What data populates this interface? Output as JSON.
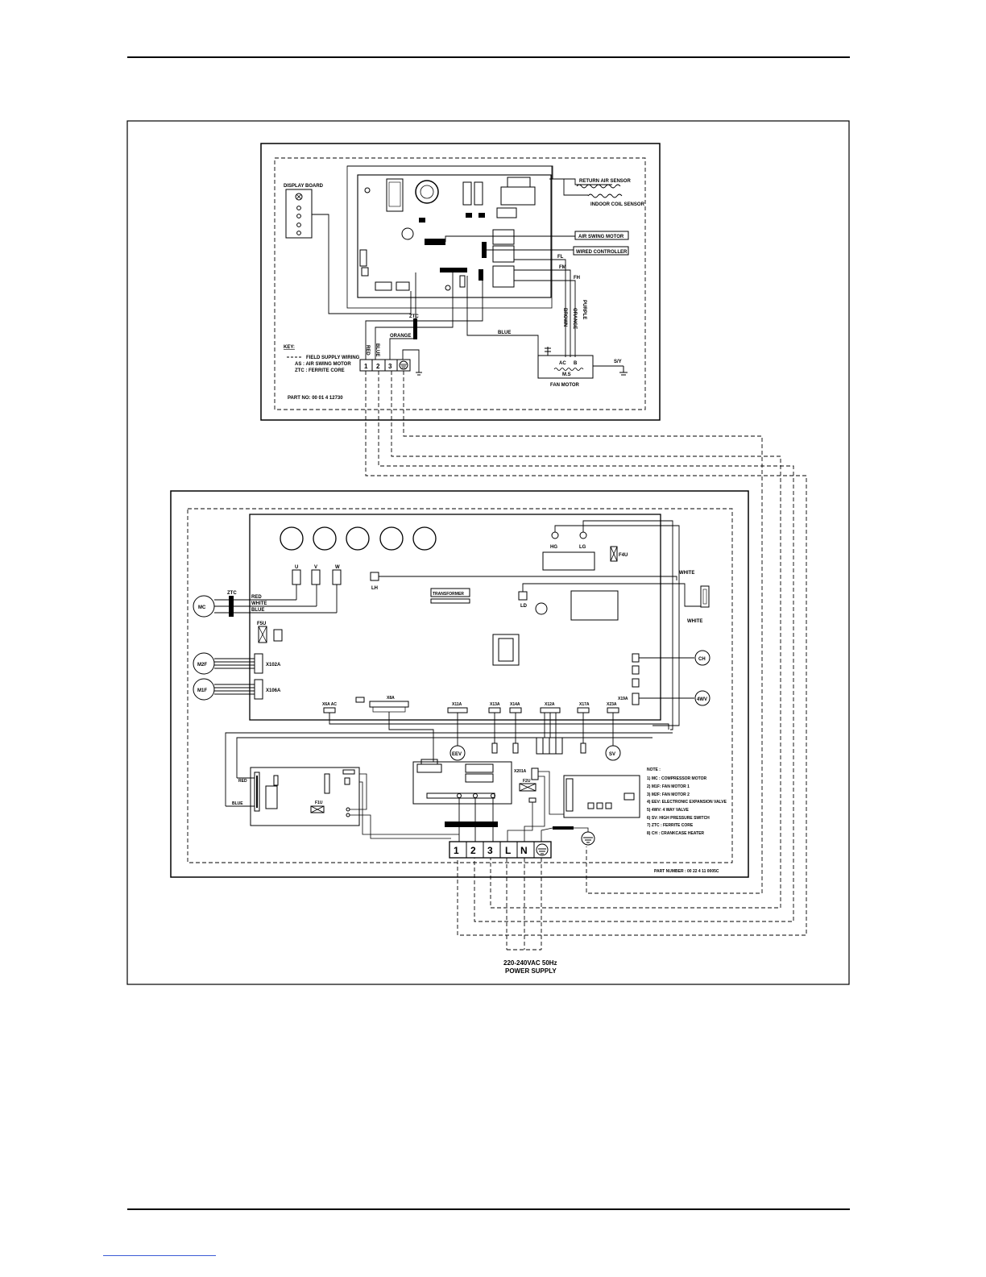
{
  "indoor": {
    "display_board": "DISPLAY BOARD",
    "return_air_sensor": "RETURN AIR SENSOR",
    "indoor_coil_sensor": "INDOOR COIL SENSOR",
    "air_swing_motor": "AIR SWING MOTOR",
    "wired_controller": "WIRED CONTROLLER",
    "fan_motor": "FAN MOTOR",
    "key_title": "KEY:",
    "key_field_supply": "FIELD SUPPLY WIRING",
    "key_as": "AS : AIR SWING MOTOR",
    "key_ztc": "ZTC : FERRITE CORE",
    "part_no": "PART NO: 00 01 4 12730",
    "wire_orange_1": "ORANGE",
    "wire_blue_1": "BLUE",
    "wire_brown": "BROWN",
    "wire_orange_2": "ORANGE",
    "wire_purple": "PURPLE",
    "wire_red": "RED",
    "wire_blue_2": "BLUE",
    "fan_fl": "FL",
    "fan_fm": "FM",
    "fan_fh": "FH",
    "fan_ac": "AC",
    "fan_b": "B",
    "fan_ms": "M.S",
    "fan_sy": "S/Y",
    "ztc": "ZTC",
    "terminals": [
      "1",
      "2",
      "3"
    ]
  },
  "outdoor": {
    "mc": "MC",
    "m1f": "M1F",
    "m2f": "M2F",
    "eev": "EEV",
    "sv": "SV",
    "ch": "CH",
    "fourwv": "4WV",
    "red": "RED",
    "white": "WHITE",
    "blue": "BLUE",
    "white2": "WHITE",
    "white3": "WHITE",
    "red2": "RED",
    "blue2": "BLUE",
    "u": "U",
    "v": "V",
    "w": "W",
    "lh": "LH",
    "ld": "LD",
    "hg": "HG",
    "lg": "LG",
    "f4u": "F4U",
    "f5u": "F5U",
    "f1u": "F1U",
    "f2u": "F2U",
    "ztc": "ZTC",
    "x102a": "X102A",
    "x106a": "X106A",
    "x6a_ac": "X6A AC",
    "x8a": "X8A",
    "x11a": "X11A",
    "x13a": "X13A",
    "x14a": "X14A",
    "x12a": "X12A",
    "x17a": "X17A",
    "x23a": "X23A",
    "x19a": "X19A",
    "x201a": "X201A",
    "transformer": "TRANSFORMER",
    "terminals": [
      "1",
      "2",
      "3",
      "L",
      "N"
    ],
    "power_supply_line1": "220-240VAC 50Hz",
    "power_supply_line2": "POWER SUPPLY",
    "part_no": "PART NUMBER : 00 22 4 11 0005C",
    "notes_title": "NOTE :",
    "notes": [
      "1) MC : COMPRESSOR MOTOR",
      "2) M1F: FAN MOTOR 1",
      "3) M2F: FAN MOTOR 2",
      "4) EEV: ELECTRONIC EXPANSION VALVE",
      "5) 4WV: 4 WAY VALVE",
      "6) SV: HIGH PRESSURE SWITCH",
      "7) ZTC : FERRITE CORE",
      "8) CH : CRANKCASE HEATER"
    ]
  }
}
